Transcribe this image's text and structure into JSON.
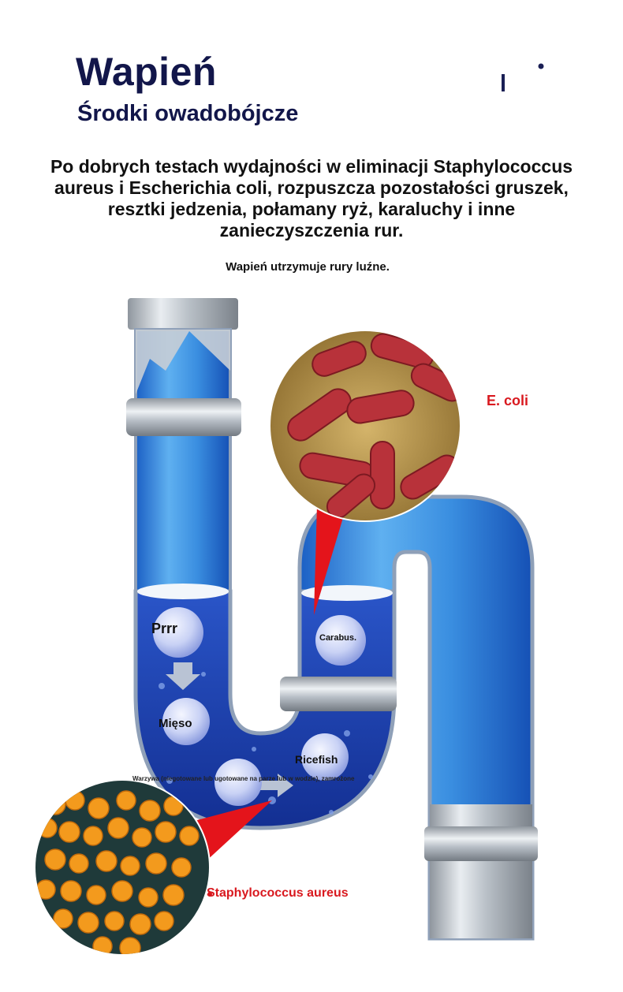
{
  "header": {
    "title": "Wapień",
    "subtitle": "Środki owadobójcze"
  },
  "description": "Po dobrych testach wydajności w eliminacji Staphylococcus aureus i Escherichia coli, rozpuszcza pozostałości gruszek, resztki jedzenia, połamany ryż, karaluchy i inne zanieczyszczenia rur.",
  "tagline": "Wapień utrzymuje rury luźne.",
  "callouts": {
    "ecoli": "E. coli",
    "staph": "Staphylococcus aureus"
  },
  "bubbles": {
    "prrr": "Prrr",
    "carabus": "Carabus.",
    "mieso": "Mięso",
    "ricefish": "Ricefish",
    "warzywa": "Warzywa (niegotowane lub ugotowane na parze lub w wodzie), zamrożone"
  },
  "colors": {
    "title": "#12164a",
    "pipe_blue": "#2f7fd8",
    "water_dark": "#1d3fb0",
    "callout_red": "#d9191f",
    "ecoli_bacteria": "#b8323a",
    "staph_bacteria": "#f39a1d"
  }
}
